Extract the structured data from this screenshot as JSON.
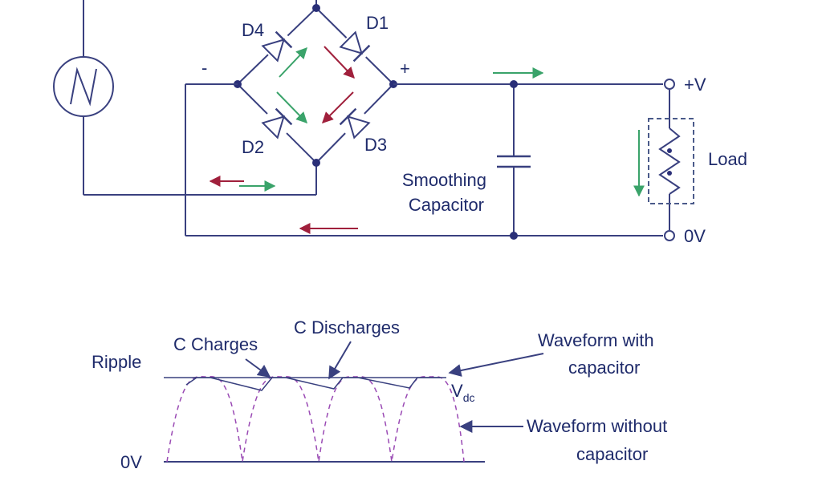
{
  "colors": {
    "wire": "#39407f",
    "label": "#1f2b6b",
    "arrow_green": "#3aa36a",
    "arrow_red": "#a0203c",
    "dashed_wave": "#9a4ab4",
    "dashed_box": "#4a5a8a"
  },
  "circuit": {
    "source_icon": "ac-sine-source-icon",
    "diodes": {
      "d1": "D1",
      "d2": "D2",
      "d3": "D3",
      "d4": "D4"
    },
    "polarity": {
      "minus": "-",
      "plus": "+"
    },
    "capacitor": {
      "line1": "Smoothing",
      "line2": "Capacitor"
    },
    "terminals": {
      "positive": "+V",
      "zero": "0V"
    },
    "load": "Load"
  },
  "waveform": {
    "ripple": "Ripple",
    "c_charges": "C Charges",
    "c_discharges": "C Discharges",
    "with_cap_line1": "Waveform with",
    "with_cap_line2": "capacitor",
    "vdc": "V",
    "vdc_sub": "dc",
    "without_cap_line1": "Waveform without",
    "without_cap_line2": "capacitor",
    "zero": "0V"
  }
}
